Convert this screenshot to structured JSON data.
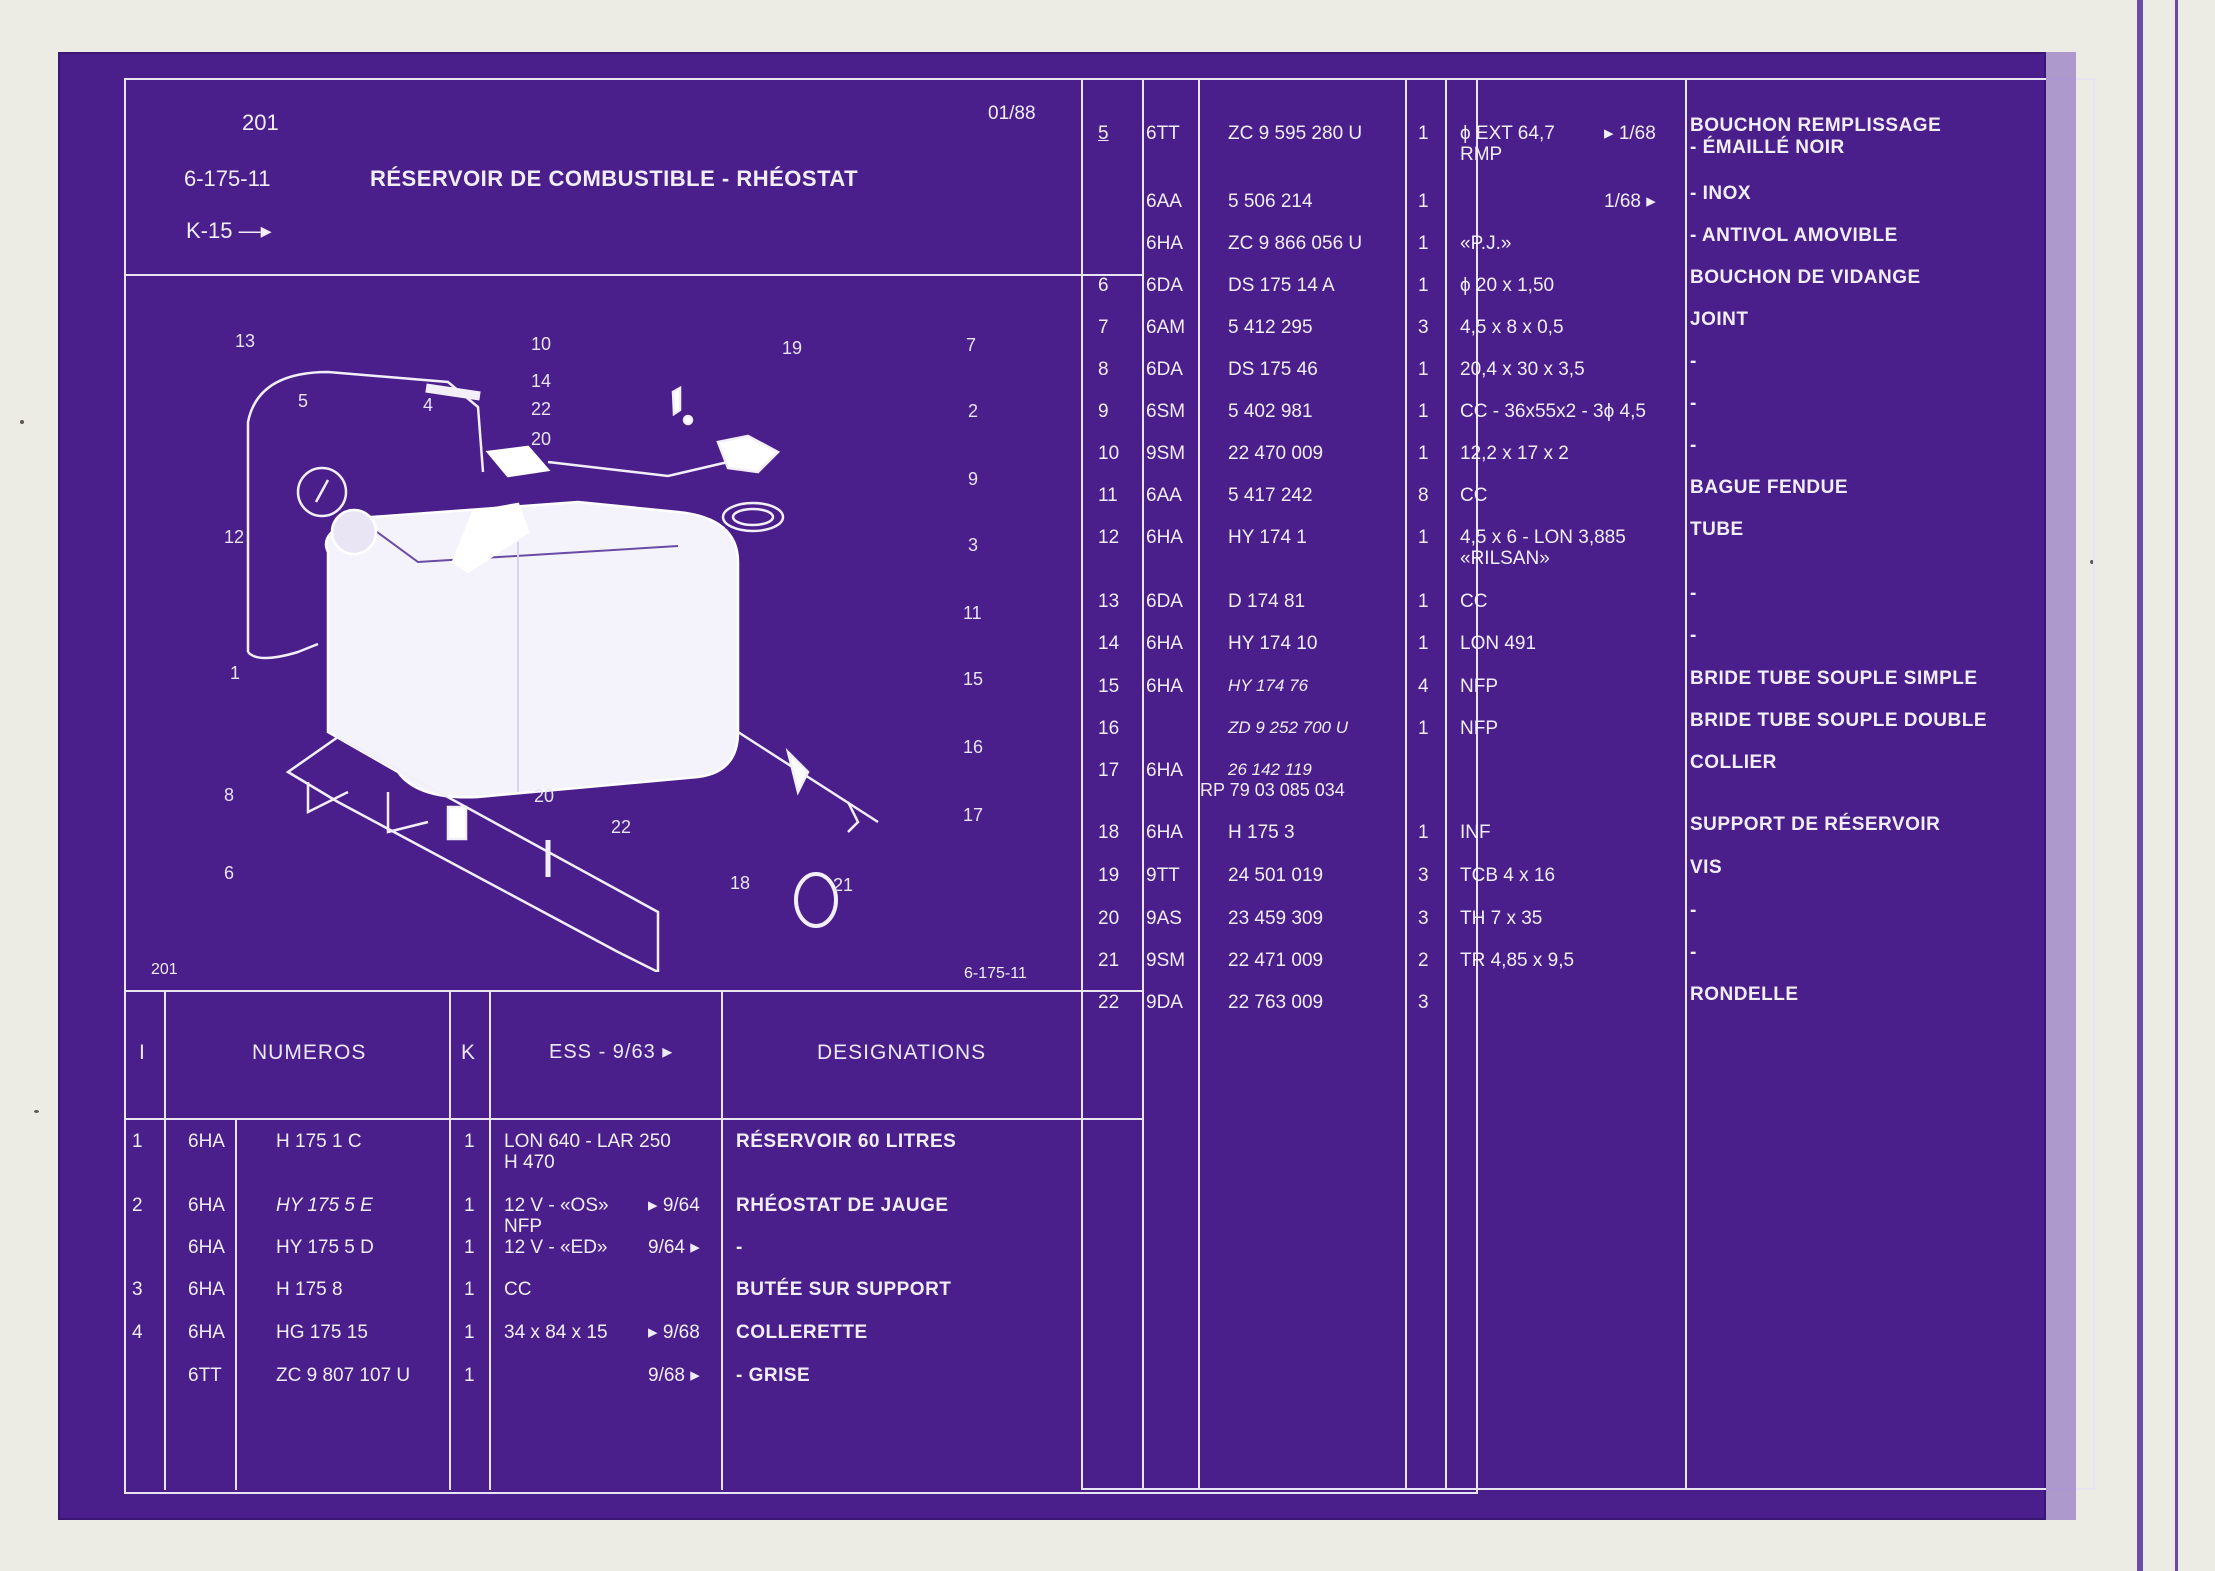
{
  "header": {
    "page_number": "201",
    "date": "01/88",
    "section_code": "6-175-11",
    "title": "RÉSERVOIR DE COMBUSTIBLE - RHÉOSTAT",
    "model": "K-15 —▸"
  },
  "figure": {
    "page_ref": "201",
    "figure_ref": "6-175-11",
    "callouts": [
      "13",
      "10",
      "19",
      "7",
      "14",
      "5",
      "4",
      "22",
      "20",
      "2",
      "9",
      "12",
      "3",
      "11",
      "1",
      "15",
      "16",
      "8",
      "20",
      "22",
      "17",
      "6",
      "18",
      "21"
    ]
  },
  "columns": {
    "item": "I",
    "numeros": "NUMEROS",
    "k": "K",
    "ess": "ESS - 9/63 ▸",
    "designations": "DESIGNATIONS"
  },
  "left_rows": [
    {
      "item": "1",
      "code": "6HA",
      "ref": "H  175    1  C",
      "italic": false,
      "qty": "1",
      "spec": "LON 640 - LAR 250",
      "spec2": "H 470",
      "date": "",
      "designation": "RÉSERVOIR 60 LITRES"
    },
    {
      "item": "2",
      "code": "6HA",
      "ref": "HY  175     5  E",
      "italic": true,
      "qty": "1",
      "spec": "12 V - «OS»",
      "spec2": "NFP",
      "date": "▸ 9/64",
      "designation": "RHÉOSTAT DE JAUGE"
    },
    {
      "item": "",
      "code": "6HA",
      "ref": "HY  175     5  D",
      "italic": false,
      "qty": "1",
      "spec": "12 V - «ED»",
      "spec2": "",
      "date": "9/64 ▸",
      "designation": "-"
    },
    {
      "item": "3",
      "code": "6HA",
      "ref": "H  175     8",
      "italic": false,
      "qty": "1",
      "spec": "CC",
      "spec2": "",
      "date": "",
      "designation": "BUTÉE SUR SUPPORT"
    },
    {
      "item": "4",
      "code": "6HA",
      "ref": "HG  175    15",
      "italic": false,
      "qty": "1",
      "spec": "34 x 84 x 15",
      "spec2": "",
      "date": "▸ 9/68",
      "designation": "COLLERETTE"
    },
    {
      "item": "",
      "code": "6TT",
      "ref": "ZC  9  807  107  U",
      "italic": false,
      "qty": "1",
      "spec": "",
      "spec2": "",
      "date": "9/68 ▸",
      "designation": "- GRISE"
    }
  ],
  "right_rows": [
    {
      "item": "5",
      "code": "6TT",
      "ref": "ZC  9  595  280  U",
      "ref2": "",
      "italic": false,
      "qty": "1",
      "spec": "ϕ  EXT 64,7",
      "spec2": "RMP",
      "date": "▸ 1/68",
      "designation": "BOUCHON REMPLISSAGE",
      "designation2": "- ÉMAILLÉ NOIR"
    },
    {
      "item": "",
      "code": "6AA",
      "ref": "5  506  214",
      "ref2": "",
      "italic": false,
      "qty": "1",
      "spec": "",
      "spec2": "",
      "date": "1/68 ▸",
      "designation": "- INOX",
      "designation2": ""
    },
    {
      "item": "",
      "code": "6HA",
      "ref": "ZC  9  866  056  U",
      "ref2": "",
      "italic": false,
      "qty": "1",
      "spec": "«P.J.»",
      "spec2": "",
      "date": "",
      "designation": "- ANTIVOL AMOVIBLE",
      "designation2": ""
    },
    {
      "item": "6",
      "code": "6DA",
      "ref": "DS  175    14  A",
      "ref2": "",
      "italic": false,
      "qty": "1",
      "spec": "ϕ  20 x 1,50",
      "spec2": "",
      "date": "",
      "designation": "BOUCHON DE VIDANGE",
      "designation2": ""
    },
    {
      "item": "7",
      "code": "6AM",
      "ref": "5  412  295",
      "ref2": "",
      "italic": false,
      "qty": "3",
      "spec": "4,5 x 8 x 0,5",
      "spec2": "",
      "date": "",
      "designation": "JOINT",
      "designation2": ""
    },
    {
      "item": "8",
      "code": "6DA",
      "ref": "DS  175    46",
      "ref2": "",
      "italic": false,
      "qty": "1",
      "spec": "20,4 x 30 x 3,5",
      "spec2": "",
      "date": "",
      "designation": "-",
      "designation2": ""
    },
    {
      "item": "9",
      "code": "6SM",
      "ref": "5  402  981",
      "ref2": "",
      "italic": false,
      "qty": "1",
      "spec": "CC - 36x55x2 - 3ϕ 4,5",
      "spec2": "",
      "date": "",
      "designation": "-",
      "designation2": ""
    },
    {
      "item": "10",
      "code": "9SM",
      "ref": "22  470  009",
      "ref2": "",
      "italic": false,
      "qty": "1",
      "spec": "12,2 x 17 x 2",
      "spec2": "",
      "date": "",
      "designation": "-",
      "designation2": ""
    },
    {
      "item": "11",
      "code": "6AA",
      "ref": "5  417  242",
      "ref2": "",
      "italic": false,
      "qty": "8",
      "spec": "CC",
      "spec2": "",
      "date": "",
      "designation": "BAGUE FENDUE",
      "designation2": ""
    },
    {
      "item": "12",
      "code": "6HA",
      "ref": "HY  174      1",
      "ref2": "",
      "italic": false,
      "qty": "1",
      "spec": "4,5 x 6 - LON 3,885",
      "spec2": "«RILSAN»",
      "date": "",
      "designation": "TUBE",
      "designation2": ""
    },
    {
      "item": "13",
      "code": "6DA",
      "ref": "D  174    81",
      "ref2": "",
      "italic": false,
      "qty": "1",
      "spec": "CC",
      "spec2": "",
      "date": "",
      "designation": "-",
      "designation2": ""
    },
    {
      "item": "14",
      "code": "6HA",
      "ref": "HY  174    10",
      "ref2": "",
      "italic": false,
      "qty": "1",
      "spec": "LON 491",
      "spec2": "",
      "date": "",
      "designation": "-",
      "designation2": ""
    },
    {
      "item": "15",
      "code": "6HA",
      "ref": "HY  174    76",
      "ref2": "",
      "italic": true,
      "qty": "4",
      "spec": "NFP",
      "spec2": "",
      "date": "",
      "designation": "BRIDE TUBE SOUPLE SIMPLE",
      "designation2": ""
    },
    {
      "item": "16",
      "code": "",
      "ref": "ZD  9  252  700  U",
      "ref2": "",
      "italic": true,
      "qty": "1",
      "spec": "NFP",
      "spec2": "",
      "date": "",
      "designation": "BRIDE TUBE SOUPLE DOUBLE",
      "designation2": ""
    },
    {
      "item": "17",
      "code": "6HA",
      "ref": "26  142  119",
      "ref2": "RP 79  03  085  034",
      "italic": true,
      "qty": "",
      "spec": "",
      "spec2": "",
      "date": "",
      "designation": "COLLIER",
      "designation2": ""
    },
    {
      "item": "18",
      "code": "6HA",
      "ref": "H  175      3",
      "ref2": "",
      "italic": false,
      "qty": "1",
      "spec": "INF",
      "spec2": "",
      "date": "",
      "designation": "SUPPORT DE RÉSERVOIR",
      "designation2": ""
    },
    {
      "item": "19",
      "code": "9TT",
      "ref": "24  501  019",
      "ref2": "",
      "italic": false,
      "qty": "3",
      "spec": "TCB 4 x 16",
      "spec2": "",
      "date": "",
      "designation": "VIS",
      "designation2": ""
    },
    {
      "item": "20",
      "code": "9AS",
      "ref": "23  459  309",
      "ref2": "",
      "italic": false,
      "qty": "3",
      "spec": "TH 7 x 35",
      "spec2": "",
      "date": "",
      "designation": "-",
      "designation2": ""
    },
    {
      "item": "21",
      "code": "9SM",
      "ref": "22  471  009",
      "ref2": "",
      "italic": false,
      "qty": "2",
      "spec": "TR 4,85 x 9,5",
      "spec2": "",
      "date": "",
      "designation": "-",
      "designation2": ""
    },
    {
      "item": "22",
      "code": "9DA",
      "ref": "22  763  009",
      "ref2": "",
      "italic": false,
      "qty": "3",
      "spec": "",
      "spec2": "",
      "date": "",
      "designation": "RONDELLE",
      "designation2": ""
    }
  ]
}
